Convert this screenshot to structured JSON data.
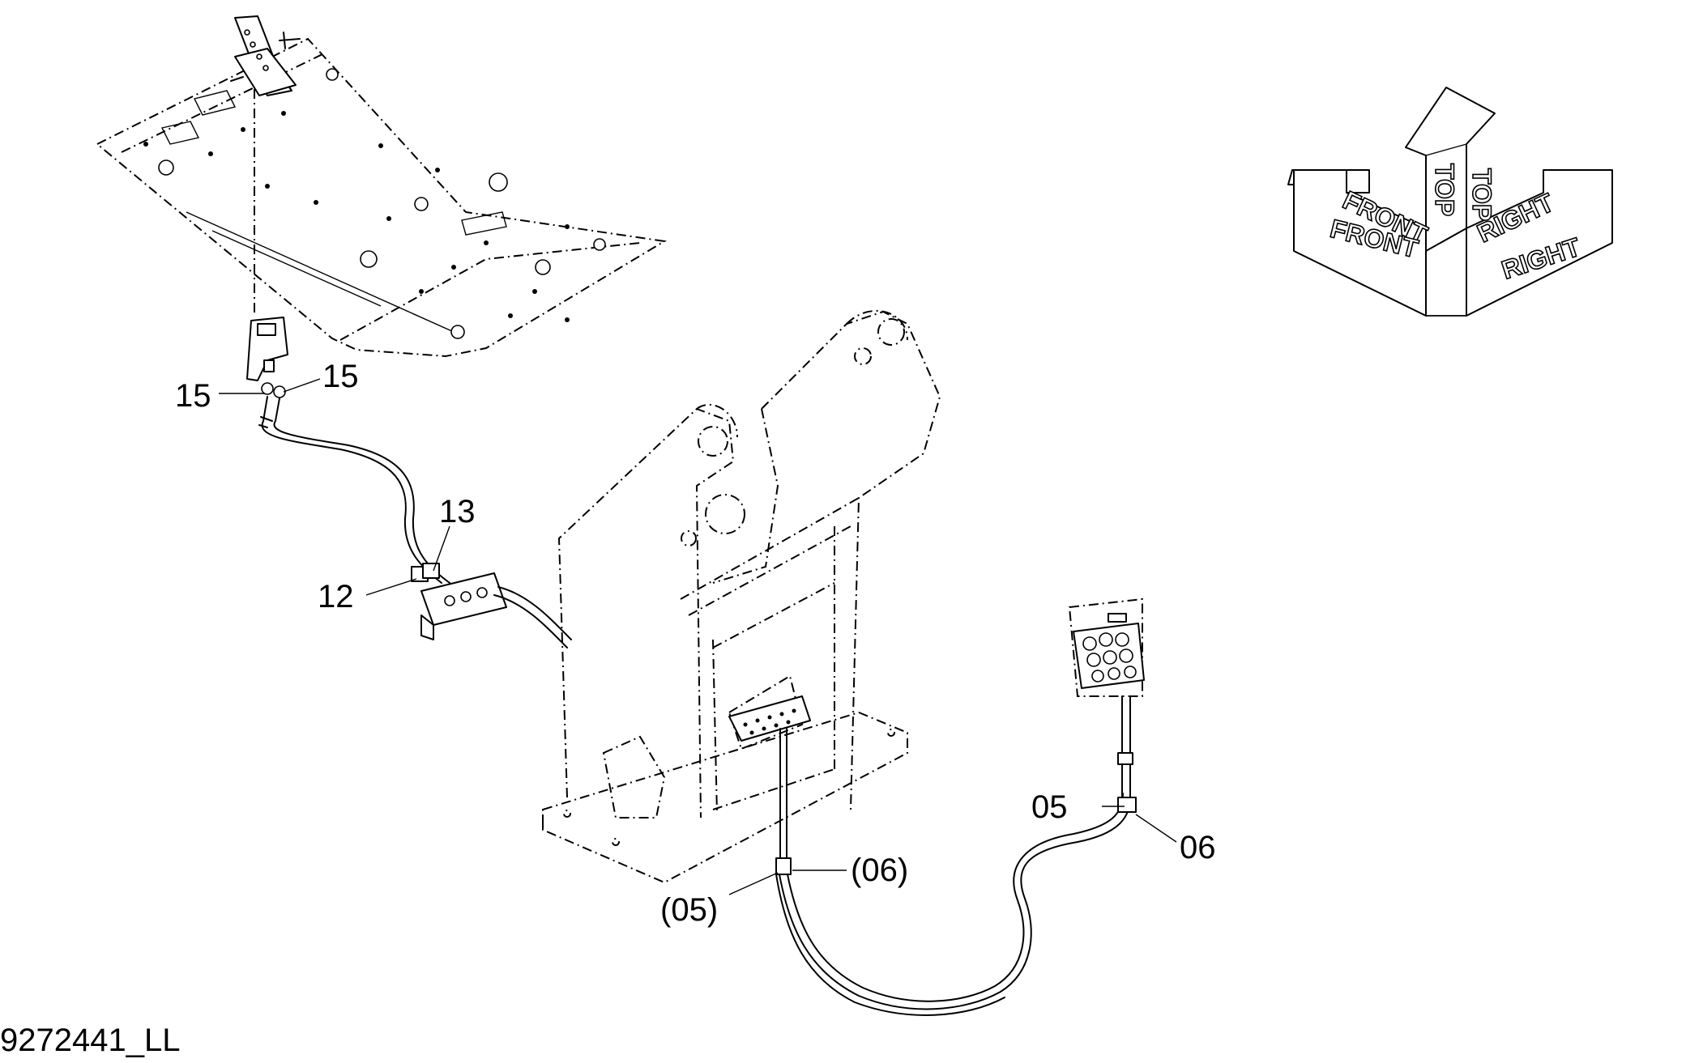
{
  "drawing_id": "9272441_LL",
  "callouts": {
    "c15a": "15",
    "c15b": "15",
    "c13": "13",
    "c12": "12",
    "c05": "05",
    "c06": "06",
    "c05p": "(05)",
    "c06p": "(06)"
  },
  "orientation": {
    "top1": "TOP",
    "top2": "TOP",
    "front1": "FRONT",
    "front2": "FRONT",
    "right1": "RIGHT",
    "right2": "RIGHT"
  }
}
